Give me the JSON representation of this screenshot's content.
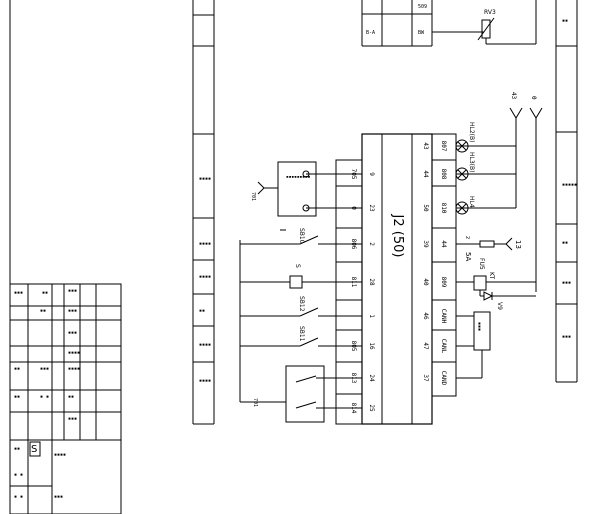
{
  "connector": {
    "label": "J2 (50)"
  },
  "pins_left": [
    "9",
    "23",
    "2",
    "28",
    "1",
    "16",
    "24",
    "25"
  ],
  "pins_right": [
    "43",
    "44",
    "50",
    "39",
    "40",
    "46",
    "47",
    "37"
  ],
  "wires_left": [
    "705",
    "0",
    "806",
    "811",
    "",
    "805",
    "813",
    "814"
  ],
  "wires_right": [
    "807",
    "808",
    "810",
    "44",
    "809",
    "CANH",
    "CANL",
    "CAND"
  ],
  "components": {
    "sb10": "SB10",
    "sb12": "SB12",
    "sb11": "SB11",
    "s": "S",
    "fu": "FU5",
    "fu_rating": "5A",
    "kt": "KT",
    "v9": "V9",
    "rv": "RV3",
    "hl_a": "HL2(B)",
    "hl_b": "HL3(B)",
    "hl_c": "HL4",
    "n13": "13",
    "n43": "43",
    "n0": "0",
    "n701a": "701",
    "n701b": "701",
    "n2": "2",
    "n509": "509",
    "n0b": "0",
    "n_ka": "B-A",
    "n_br": "BW"
  }
}
